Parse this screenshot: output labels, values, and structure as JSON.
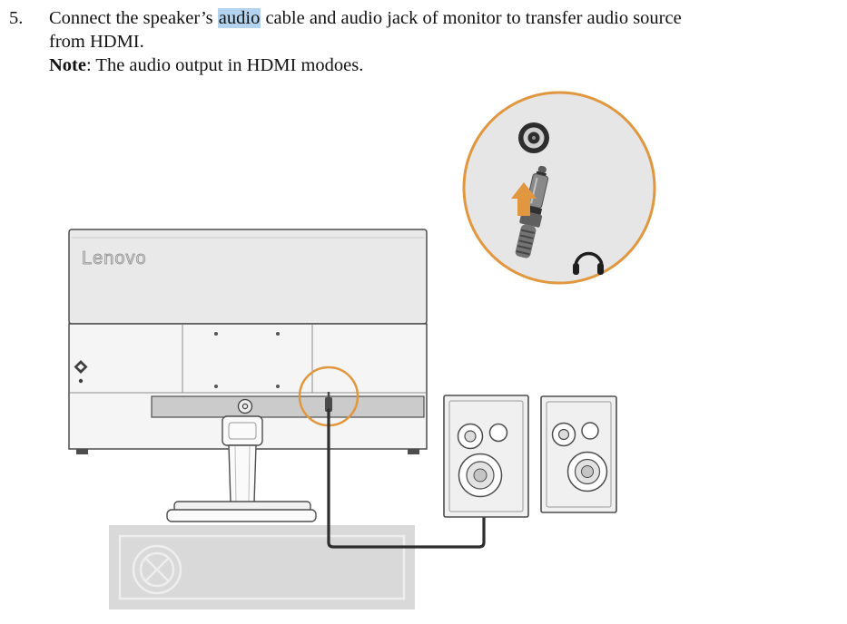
{
  "step": {
    "number": "5.",
    "line1_before_highlight": "Connect the speaker’s ",
    "highlighted_word": "audio",
    "line1_after_highlight": " cable and audio jack of monitor to transfer audio source",
    "line2": "from HDMI."
  },
  "note": {
    "label": "Note",
    "text": ": The audio output in HDMI modoes."
  },
  "diagram": {
    "monitor_brand": "Lenovo",
    "colors": {
      "accent_orange": "#e0973f",
      "highlight_blue": "#b4d3ee",
      "line_gray": "#4d4d4d"
    }
  }
}
